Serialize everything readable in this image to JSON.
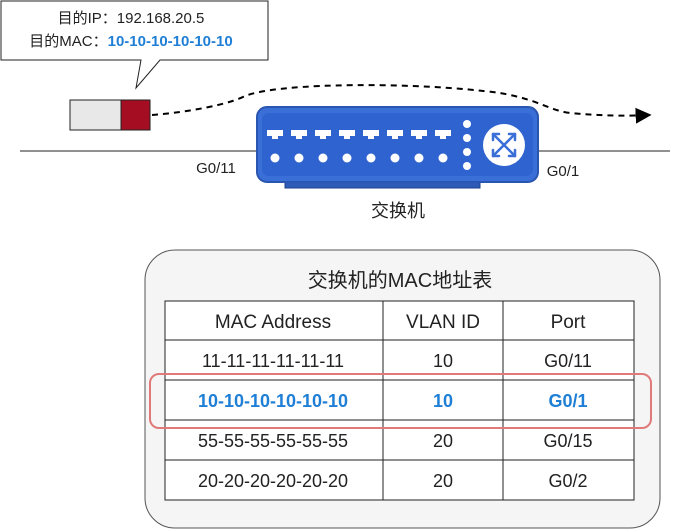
{
  "callout": {
    "ip_label": "目的IP：",
    "ip_value": "192.168.20.5",
    "mac_label": "目的MAC：",
    "mac_value": "10-10-10-10-10-10"
  },
  "switch": {
    "label": "交换机",
    "port_in": "G0/11",
    "port_out": "G0/1"
  },
  "mac_table": {
    "title": "交换机的MAC地址表",
    "headers": [
      "MAC Address",
      "VLAN ID",
      "Port"
    ],
    "rows": [
      {
        "mac": "11-11-11-11-11-11",
        "vlan": "10",
        "port": "G0/11",
        "highlight": false
      },
      {
        "mac": "10-10-10-10-10-10",
        "vlan": "10",
        "port": "G0/1",
        "highlight": true
      },
      {
        "mac": "55-55-55-55-55-55",
        "vlan": "20",
        "port": "G0/15",
        "highlight": false
      },
      {
        "mac": "20-20-20-20-20-20",
        "vlan": "20",
        "port": "G0/2",
        "highlight": false
      }
    ]
  },
  "colors": {
    "highlight_text": "#1f7fd6",
    "highlight_box": "#e07a7a",
    "switch_body": "#3a6fd8",
    "frame_tail": "#a50d22",
    "frame_body": "#e8e8e8"
  }
}
